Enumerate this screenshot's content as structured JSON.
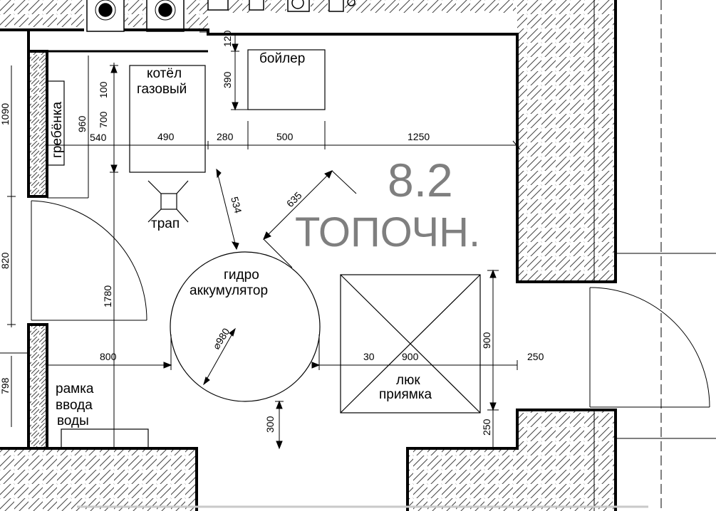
{
  "room": {
    "number": "8.2",
    "name": "ТОПОЧН.",
    "name_color": "#7f7f7f"
  },
  "equipment": {
    "boiler_gas_line1": "котёл",
    "boiler_gas_line2": "газовый",
    "water_heater": "бойлер",
    "manifold": "гребёнка",
    "drain": "трап",
    "accumulator_line1": "гидро",
    "accumulator_line2": "аккумулятор",
    "hatch_line1": "люк",
    "hatch_line2": "приямка",
    "water_inlet_line1": "рамка",
    "water_inlet_line2": "ввода",
    "water_inlet_line3": "воды"
  },
  "dimensions": {
    "d_1090": "1090",
    "d_820": "820",
    "d_798": "798",
    "d_960": "960",
    "d_700": "700",
    "d_100": "100",
    "d_540": "540",
    "d_490": "490",
    "d_280": "280",
    "d_500": "500",
    "d_1250": "1250",
    "d_120": "120",
    "d_390": "390",
    "d_534": "534",
    "d_635": "635",
    "d_1780": "1780",
    "d_800": "800",
    "d_980": "⌀980",
    "d_30": "30",
    "d_900h": "900",
    "d_900v": "900",
    "d_250r": "250",
    "d_250b": "250",
    "d_300": "300"
  }
}
